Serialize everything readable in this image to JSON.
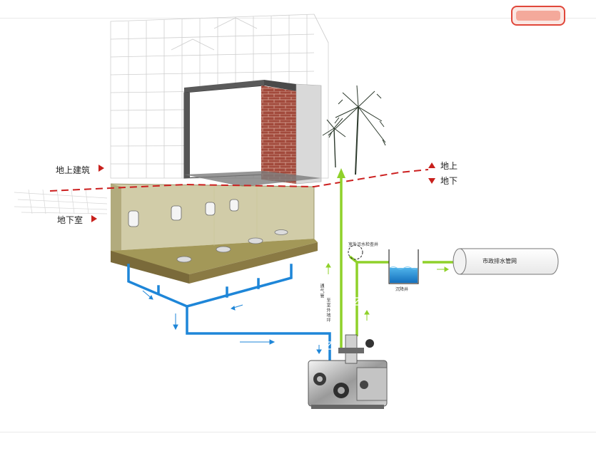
{
  "labels": {
    "above_ground_building": "地上建筑",
    "basement": "地下室",
    "above_ground": "地上",
    "below_ground": "地下",
    "municipal_sewer": "市政排水管网",
    "sedimentation_well": "沉降井",
    "outdoor_inspection_well": "室外污水检查井",
    "vent_pipe": "通气管",
    "outdoor_vent": "至室外地坪"
  },
  "colors": {
    "ground_line": "#cc1f1f",
    "vent_pipe": "#8fd12a",
    "drain_pipe": "#1e86d8",
    "arrow_marker": "#c8201c",
    "brick": "#a24a3c",
    "basement_fill": "#b8b07a",
    "floor": "#7a6a3a"
  },
  "icons": {
    "above_marker": "red-triangle-right-icon",
    "up_marker": "red-triangle-up-icon",
    "down_marker": "red-triangle-down-icon",
    "pump": "lifting-pump-station-icon",
    "palm": "palm-tree-icon",
    "urinal": "urinal-icon",
    "floor_drain": "floor-drain-icon"
  }
}
